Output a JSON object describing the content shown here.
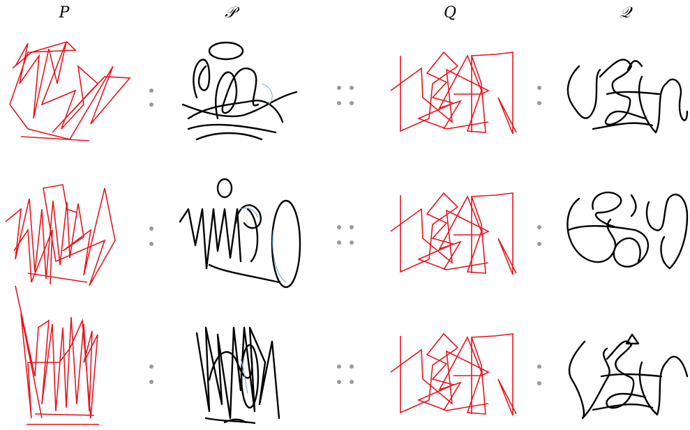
{
  "headers": [
    "P",
    "𝒫",
    "Q",
    "𝒬"
  ],
  "rows": 3,
  "colors": {
    "input": "#e8141c",
    "smoothed": "#000000",
    "ratio_dots": "#9a9a9a"
  }
}
